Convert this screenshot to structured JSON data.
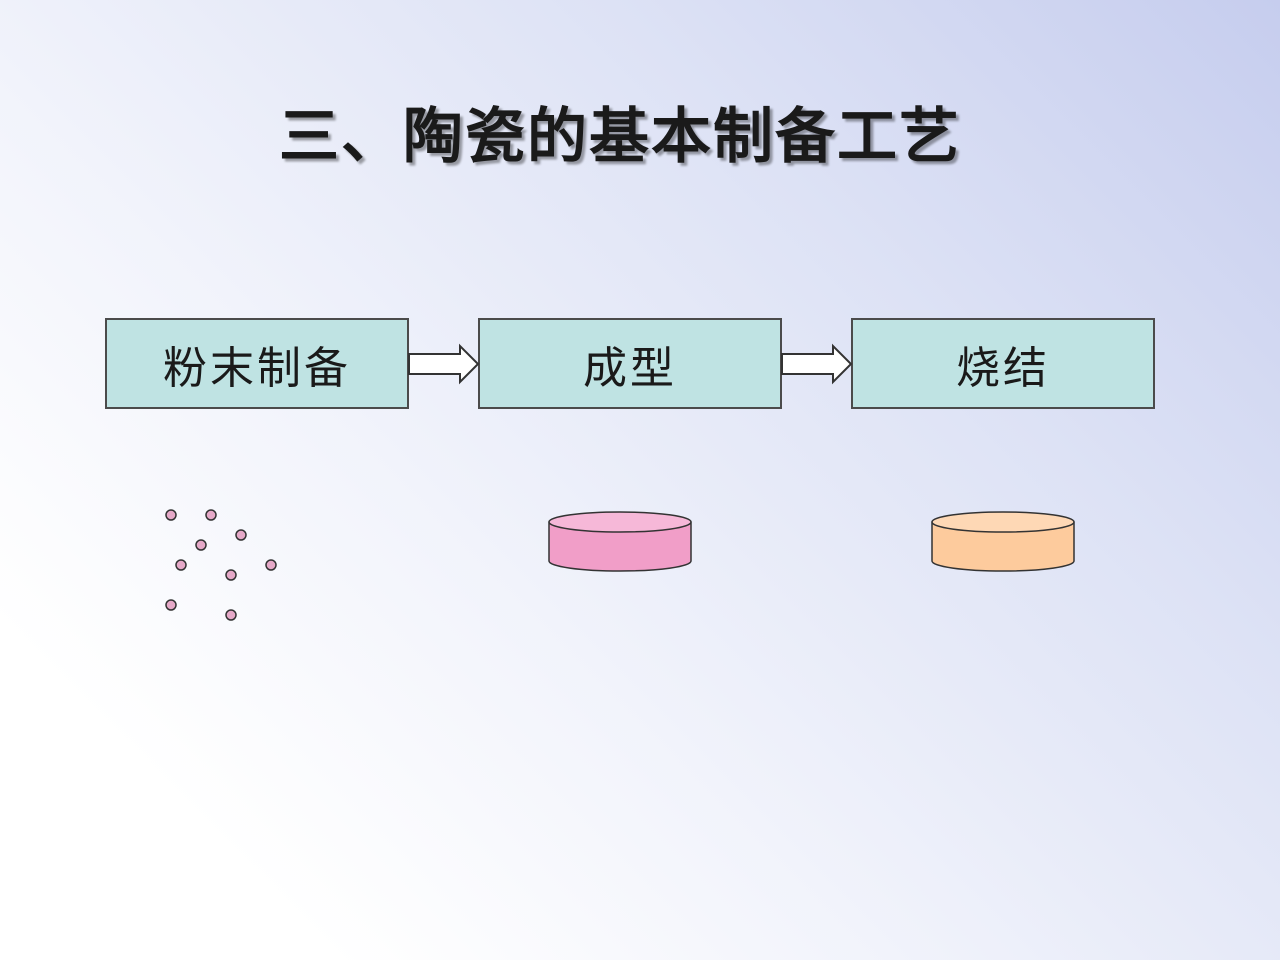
{
  "title": "三、陶瓷的基本制备工艺",
  "steps": [
    {
      "label": "粉末制备"
    },
    {
      "label": "成型"
    },
    {
      "label": "烧结"
    }
  ],
  "colors": {
    "box_fill": "#bfe3e3",
    "powder": "#e6a9c8",
    "green_body": "#f19ec8",
    "sintered_body": "#fdcb9d"
  }
}
